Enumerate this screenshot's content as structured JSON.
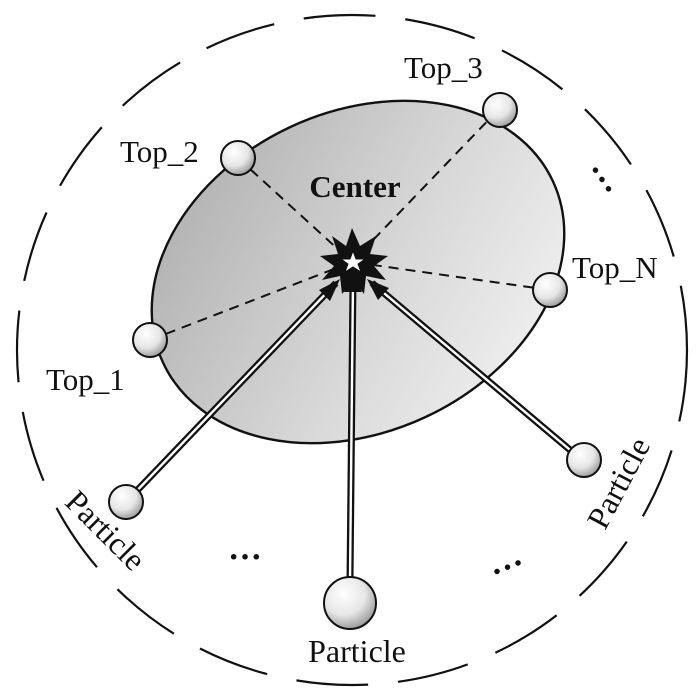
{
  "diagram": {
    "center_label": "Center",
    "top_nodes": [
      {
        "id": "top1",
        "label": "Top_1"
      },
      {
        "id": "top2",
        "label": "Top_2"
      },
      {
        "id": "top3",
        "label": "Top_3"
      },
      {
        "id": "topN",
        "label": "Top_N"
      }
    ],
    "ellipsis": "···",
    "particles": [
      {
        "id": "left",
        "label": "Particle"
      },
      {
        "id": "bottom",
        "label": "Particle"
      },
      {
        "id": "right",
        "label": "Particle"
      }
    ]
  }
}
